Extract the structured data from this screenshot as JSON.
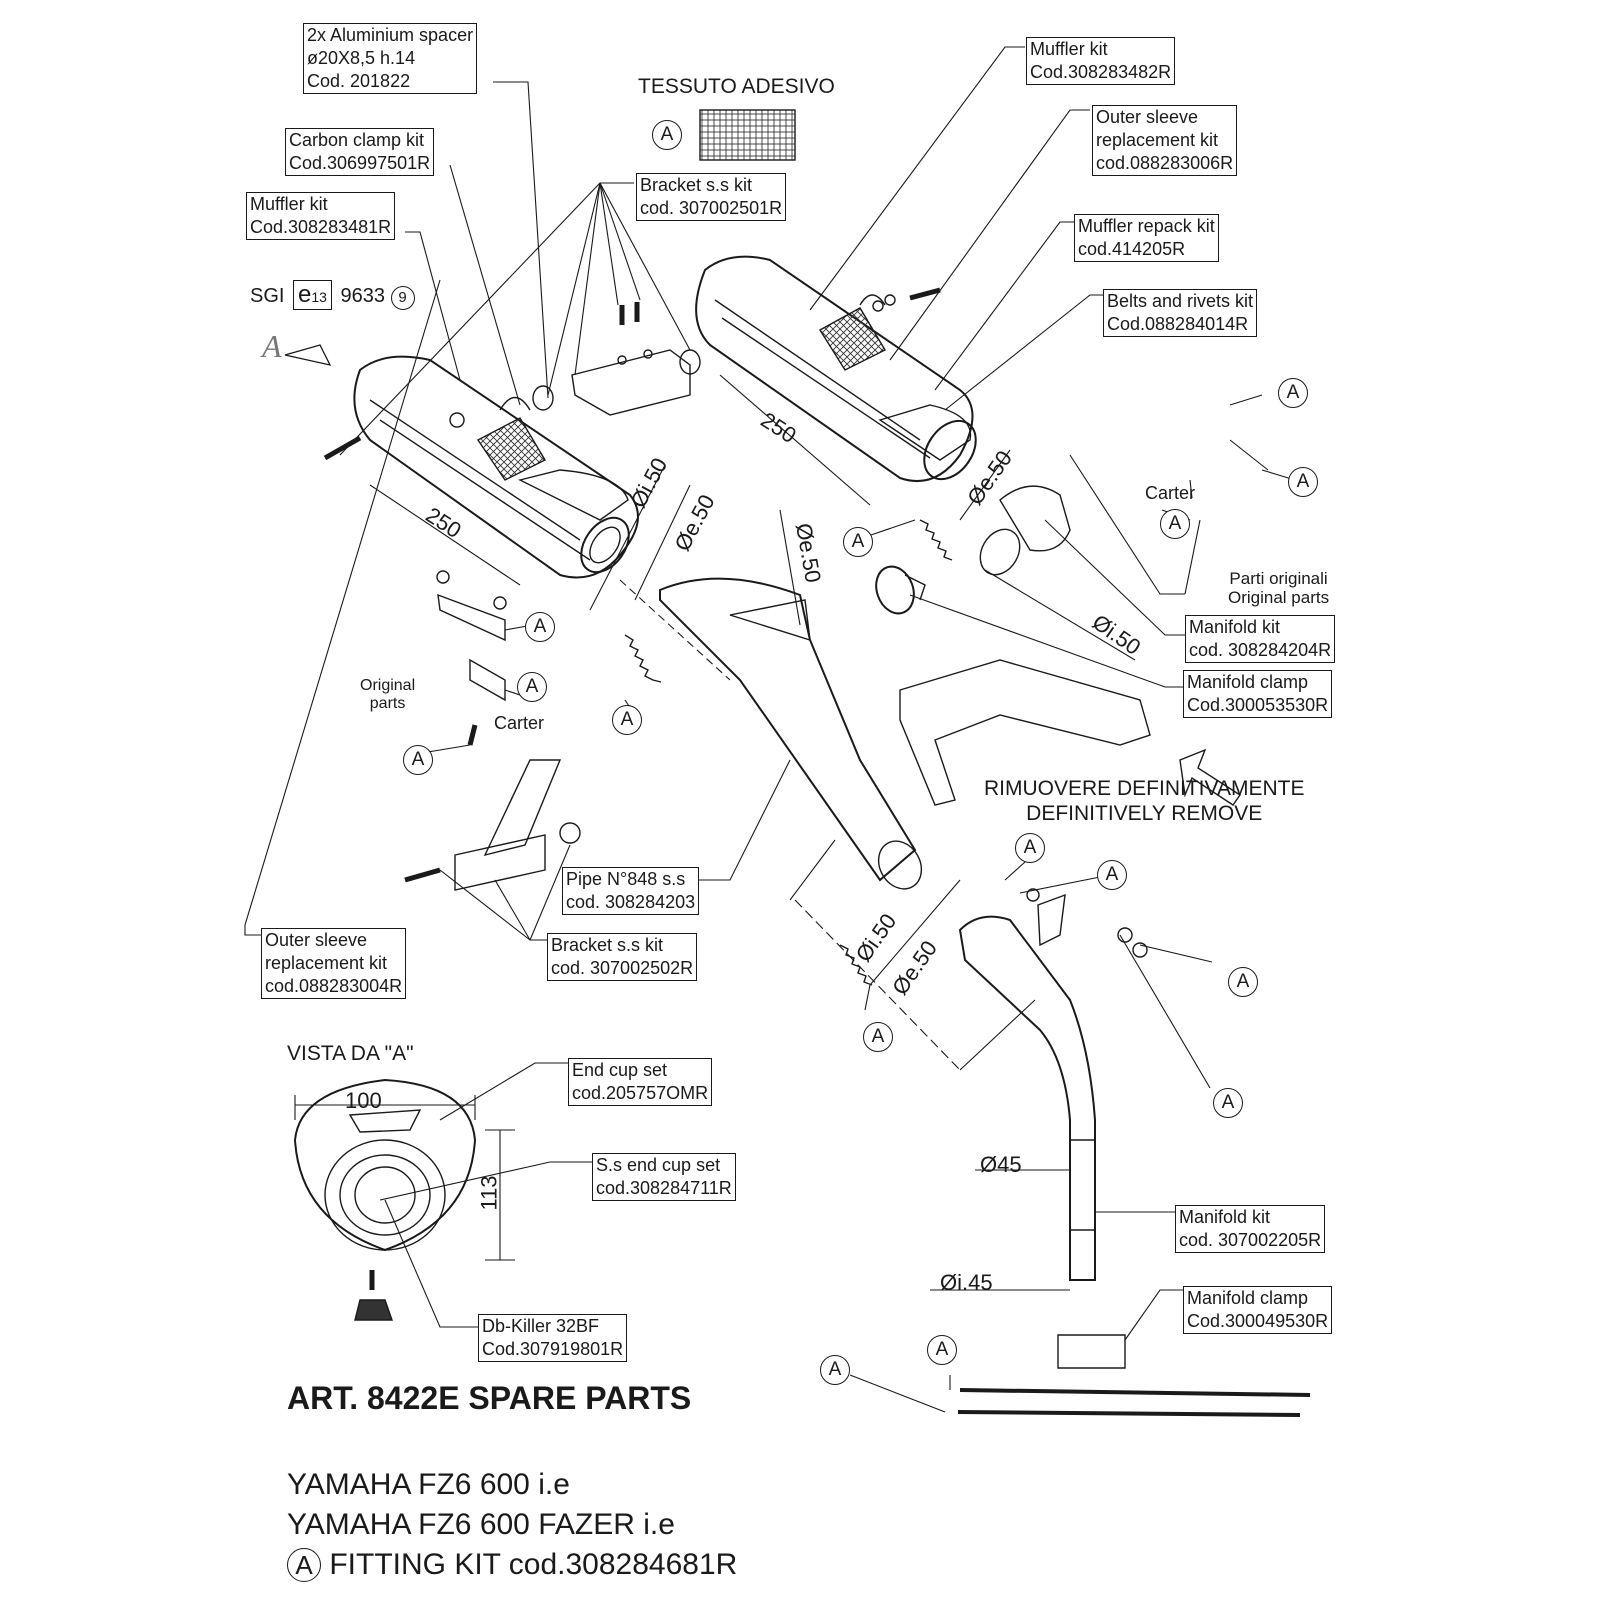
{
  "labels": {
    "spacer": [
      "2x Aluminium spacer",
      "ø20X8,5 h.14",
      "Cod. 201822"
    ],
    "carbon_clamp": [
      "Carbon clamp kit",
      "Cod.306997501R"
    ],
    "muffler_left": [
      "Muffler kit",
      "Cod.308283481R"
    ],
    "bracket_top": [
      "Bracket s.s kit",
      "cod. 307002501R"
    ],
    "muffler_right": [
      "Muffler kit",
      "Cod.308283482R"
    ],
    "outer_sleeve_right": [
      "Outer sleeve",
      "replacement kit",
      "cod.088283006R"
    ],
    "repack": [
      "Muffler repack kit",
      "cod.414205R"
    ],
    "belts": [
      "Belts and rivets kit",
      "Cod.088284014R"
    ],
    "manifold_kit_1": [
      "Manifold kit",
      "cod. 308284204R"
    ],
    "manifold_clamp_1": [
      "Manifold clamp",
      "Cod.300053530R"
    ],
    "pipe": [
      "Pipe N°848 s.s",
      "cod. 308284203"
    ],
    "bracket_bottom": [
      "Bracket s.s kit",
      "cod. 307002502R"
    ],
    "outer_sleeve_left": [
      "Outer sleeve",
      "replacement kit",
      "cod.088283004R"
    ],
    "end_cup": [
      "End cup set",
      "cod.205757OMR"
    ],
    "ss_end_cup": [
      "S.s end cup set",
      "cod.308284711R"
    ],
    "db_killer": [
      "Db-Killer 32BF",
      "Cod.307919801R"
    ],
    "manifold_kit_2": [
      "Manifold kit",
      "cod. 307002205R"
    ],
    "manifold_clamp_2": [
      "Manifold clamp",
      "Cod.300049530R"
    ]
  },
  "texts": {
    "tessuto": "TESSUTO ADESIVO",
    "sgi_prefix": "SGI",
    "sgi_e": "e",
    "sgi_13": "13",
    "sgi_number": "9633",
    "sgi_circle": "9",
    "a_letter": "A",
    "carter": "Carter",
    "original_parts_left": [
      "Original",
      "parts"
    ],
    "parti_originali": [
      "Parti originali",
      "Original parts"
    ],
    "rimuovere": [
      "RIMUOVERE DEFINITIVAMENTE",
      "DEFINITIVELY  REMOVE"
    ],
    "vista": "VISTA DA \"A\"",
    "art_title": "ART. 8422E SPARE PARTS",
    "model_1": "YAMAHA FZ6 600 i.e",
    "model_2": "YAMAHA FZ6 600 FAZER i.e",
    "fitting_kit": "FITTING KIT cod.308284681R"
  },
  "dimensions": {
    "len_250": "250",
    "di50": "Øi.50",
    "de50": "Øe.50",
    "d45": "Ø45",
    "di45": "Øi.45",
    "w100": "100",
    "h113": "113"
  },
  "callout_letter": "A"
}
